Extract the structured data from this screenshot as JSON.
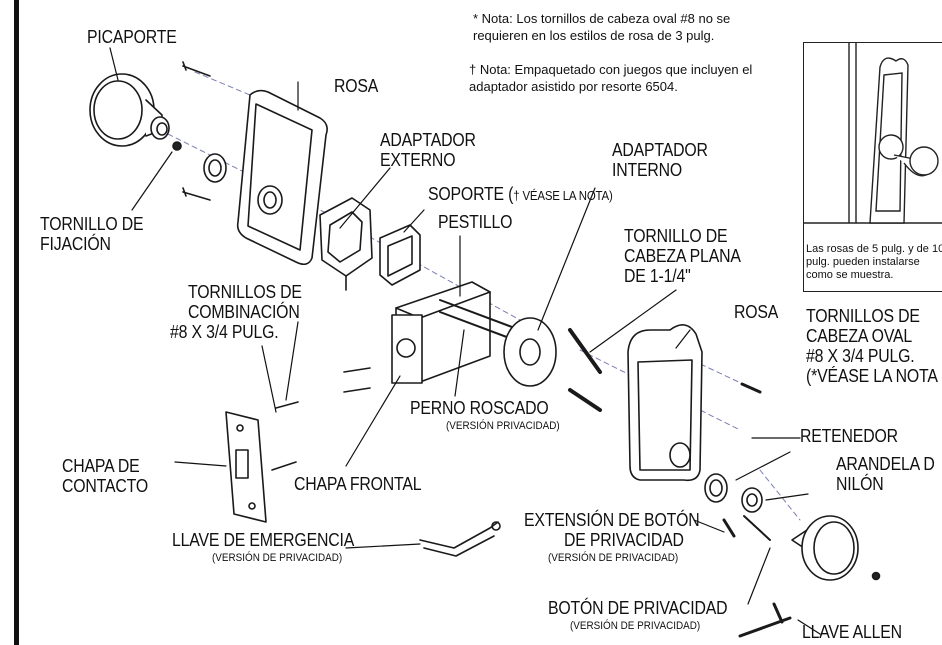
{
  "notes": {
    "oval_screws": "* Nota: Los tornillos de cabeza oval #8 no se requieren en los estilos de rosa de 3 pulg.",
    "packaging": "† Nota: Empaquetado con juegos que incluyen el adaptador asistido por resorte 6504."
  },
  "inset": {
    "caption": "Las rosas de 5 pulg. y de 10 pulg. pueden instalarse como se muestra."
  },
  "labels": {
    "picaporte": "PICAPORTE",
    "rosa_top": "ROSA",
    "tornillo_fijacion_1": "TORNILLO DE",
    "tornillo_fijacion_2": "FIJACIÓN",
    "adaptador_externo_1": "ADAPTADOR",
    "adaptador_externo_2": "EXTERNO",
    "soporte": "SOPORTE (",
    "soporte_note": "† VÉASE LA NOTA)",
    "pestillo": "PESTILLO",
    "adaptador_interno_1": "ADAPTADOR",
    "adaptador_interno_2": "INTERNO",
    "tornillo_plana_1": "TORNILLO DE",
    "tornillo_plana_2": "CABEZA PLANA",
    "tornillo_plana_3": "DE 1-1/4\"",
    "tornillos_combinacion_1": "TORNILLOS DE",
    "tornillos_combinacion_2": "COMBINACIÓN",
    "tornillos_combinacion_3": "#8 X 3/4 PULG.",
    "rosa_right": "ROSA",
    "tornillos_oval_1": "TORNILLOS DE",
    "tornillos_oval_2": "CABEZA OVAL",
    "tornillos_oval_3": "#8 X 3/4 PULG.",
    "tornillos_oval_4": "(*VÉASE LA NOTA",
    "retenedor": "RETENEDOR",
    "arandela_1": "ARANDELA D",
    "arandela_2": "NILÓN",
    "perno_roscado": "PERNO ROSCADO",
    "perno_roscado_sub": "(VERSIÓN PRIVACIDAD)",
    "chapa_contacto_1": "CHAPA DE",
    "chapa_contacto_2": "CONTACTO",
    "chapa_frontal": "CHAPA FRONTAL",
    "extension_1": "EXTENSIÓN DE BOTÓN",
    "extension_2": "DE PRIVACIDAD",
    "extension_sub": "(VERSIÓN DE PRIVACIDAD)",
    "llave_emergencia": "LLAVE DE EMERGENCIA",
    "llave_emergencia_sub": "(VERSIÓN DE PRIVACIDAD)",
    "boton_privacidad": "BOTÓN DE PRIVACIDAD",
    "boton_privacidad_sub": "(VERSIÓN DE PRIVACIDAD)",
    "llave_allen": "LLAVE ALLEN"
  }
}
